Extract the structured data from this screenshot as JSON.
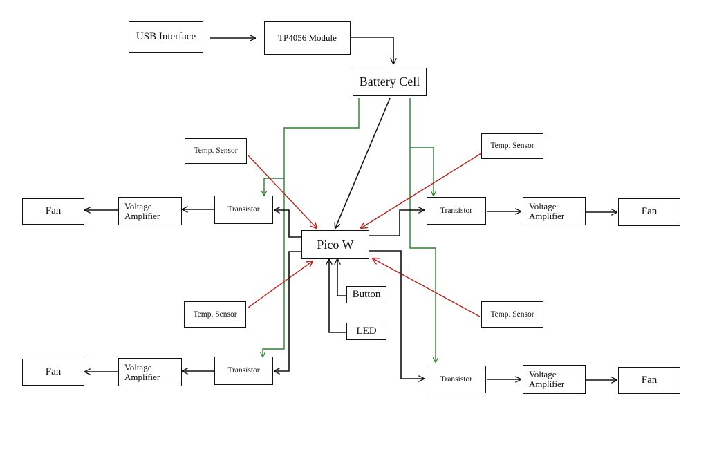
{
  "nodes": {
    "usb": "USB Interface",
    "tp4056": "TP4056 Module",
    "battery": "Battery Cell",
    "pico": "Pico W",
    "button": "Button",
    "led": "LED",
    "temp_tl": "Temp. Sensor",
    "temp_tr": "Temp. Sensor",
    "temp_bl": "Temp. Sensor",
    "temp_br": "Temp. Sensor",
    "transistor_tl": "Transistor",
    "transistor_tr": "Transistor",
    "transistor_bl": "Transistor",
    "transistor_br": "Transistor",
    "amp_tl": "Voltage\nAmplifier",
    "amp_tr": "Voltage\nAmplifier",
    "amp_bl": "Voltage\nAmplifier",
    "amp_br": "Voltage\nAmplifier",
    "fan_tl": "Fan",
    "fan_tr": "Fan",
    "fan_bl": "Fan",
    "fan_br": "Fan"
  },
  "colors": {
    "control": "#111111",
    "power": "#2e7d32",
    "sensor": "#b3261e"
  }
}
